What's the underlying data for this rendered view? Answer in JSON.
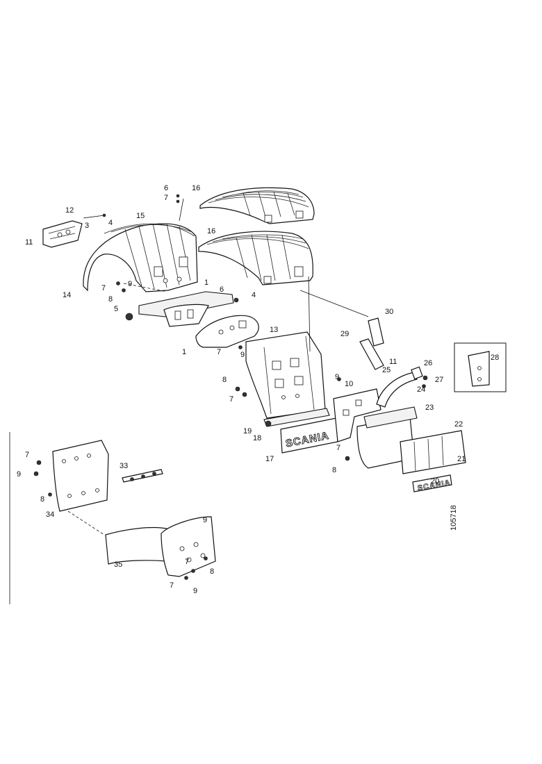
{
  "drawing": {
    "reference": "105718",
    "brand_plate": "SCANIA",
    "brand_plate_small": "SCANIA"
  },
  "labels": {
    "l1a": "1",
    "l1b": "1",
    "l3": "3",
    "l4a": "4",
    "l4b": "4",
    "l5": "5",
    "l6a": "6",
    "l6b": "6",
    "l7a": "7",
    "l7b": "7",
    "l7c": "7",
    "l7d": "7",
    "l7e": "7",
    "l7f": "7",
    "l7g": "7",
    "l7h": "7",
    "l8a": "8",
    "l8b": "8",
    "l8c": "8",
    "l8d": "8",
    "l8e": "8",
    "l9a": "9",
    "l9b": "9",
    "l9c": "9",
    "l9d": "9",
    "l9e": "9",
    "l9f": "9",
    "l10": "10",
    "l11a": "11",
    "l11b": "11",
    "l12": "12",
    "l13": "13",
    "l14": "14",
    "l15": "15",
    "l16a": "16",
    "l16b": "16",
    "l17": "17",
    "l18": "18",
    "l19": "19",
    "l20": "20",
    "l21": "21",
    "l22": "22",
    "l23": "23",
    "l24": "24",
    "l25": "25",
    "l26": "26",
    "l27": "27",
    "l28": "28",
    "l29": "29",
    "l30": "30",
    "l33": "33",
    "l34": "34",
    "l35": "35"
  }
}
